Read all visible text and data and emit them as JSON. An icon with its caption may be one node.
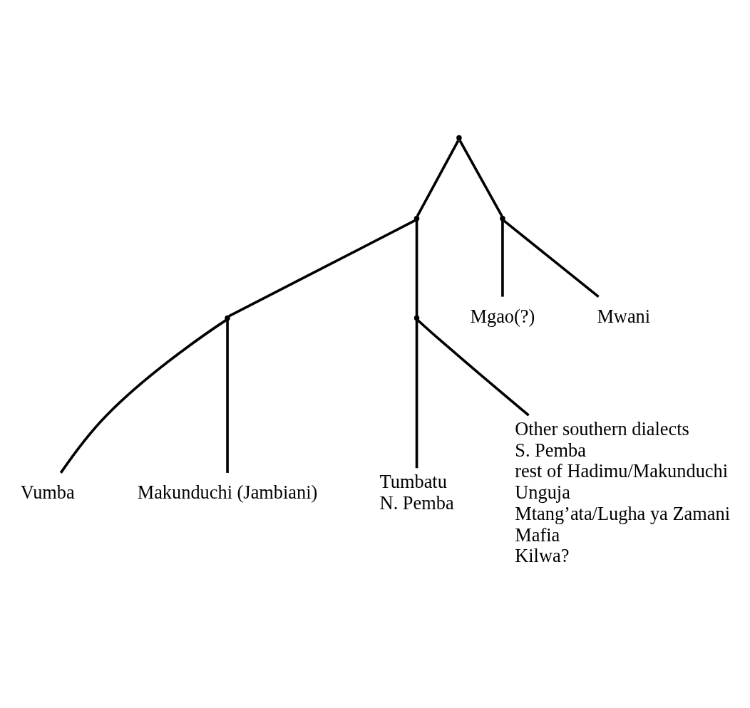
{
  "diagram": {
    "nodes": [
      {
        "text": [],
        "shape": "point"
      },
      {
        "text": [],
        "shape": "point"
      },
      {
        "text": [],
        "shape": "point"
      },
      {
        "text": [],
        "shape": "point"
      },
      {
        "text": [],
        "shape": "point"
      },
      {
        "text": [
          "Vumba"
        ]
      },
      {
        "text": [
          "Makunduchi (Jambiani)"
        ]
      },
      {
        "text": [
          "Mgao(?)"
        ]
      },
      {
        "text": [
          "Mwani"
        ]
      },
      {
        "text": [
          "Tumbatu",
          "N. Pemba"
        ]
      },
      {
        "text": [
          "Other southern dialects",
          "S. Pemba",
          "rest of Hadimu/Makunduchi",
          "Unguja",
          "Mtang’ata/Lugha ya Zamani",
          "Mafia",
          "Kilwa?"
        ]
      }
    ],
    "edges": [
      {
        "from": 0,
        "to": 1,
        "arrow": "none"
      },
      {
        "from": 0,
        "to": 2,
        "arrow": "none"
      },
      {
        "from": 1,
        "to": 3,
        "arrow": "none"
      },
      {
        "from": 1,
        "to": 4,
        "arrow": "none"
      },
      {
        "from": 3,
        "to": 5,
        "arrow": "none"
      },
      {
        "from": 3,
        "to": 6,
        "arrow": "none"
      },
      {
        "from": 2,
        "to": 7,
        "arrow": "none"
      },
      {
        "from": 2,
        "to": 8,
        "arrow": "none"
      },
      {
        "from": 4,
        "to": 9,
        "arrow": "none"
      },
      {
        "from": 4,
        "to": 10,
        "arrow": "none"
      }
    ]
  }
}
